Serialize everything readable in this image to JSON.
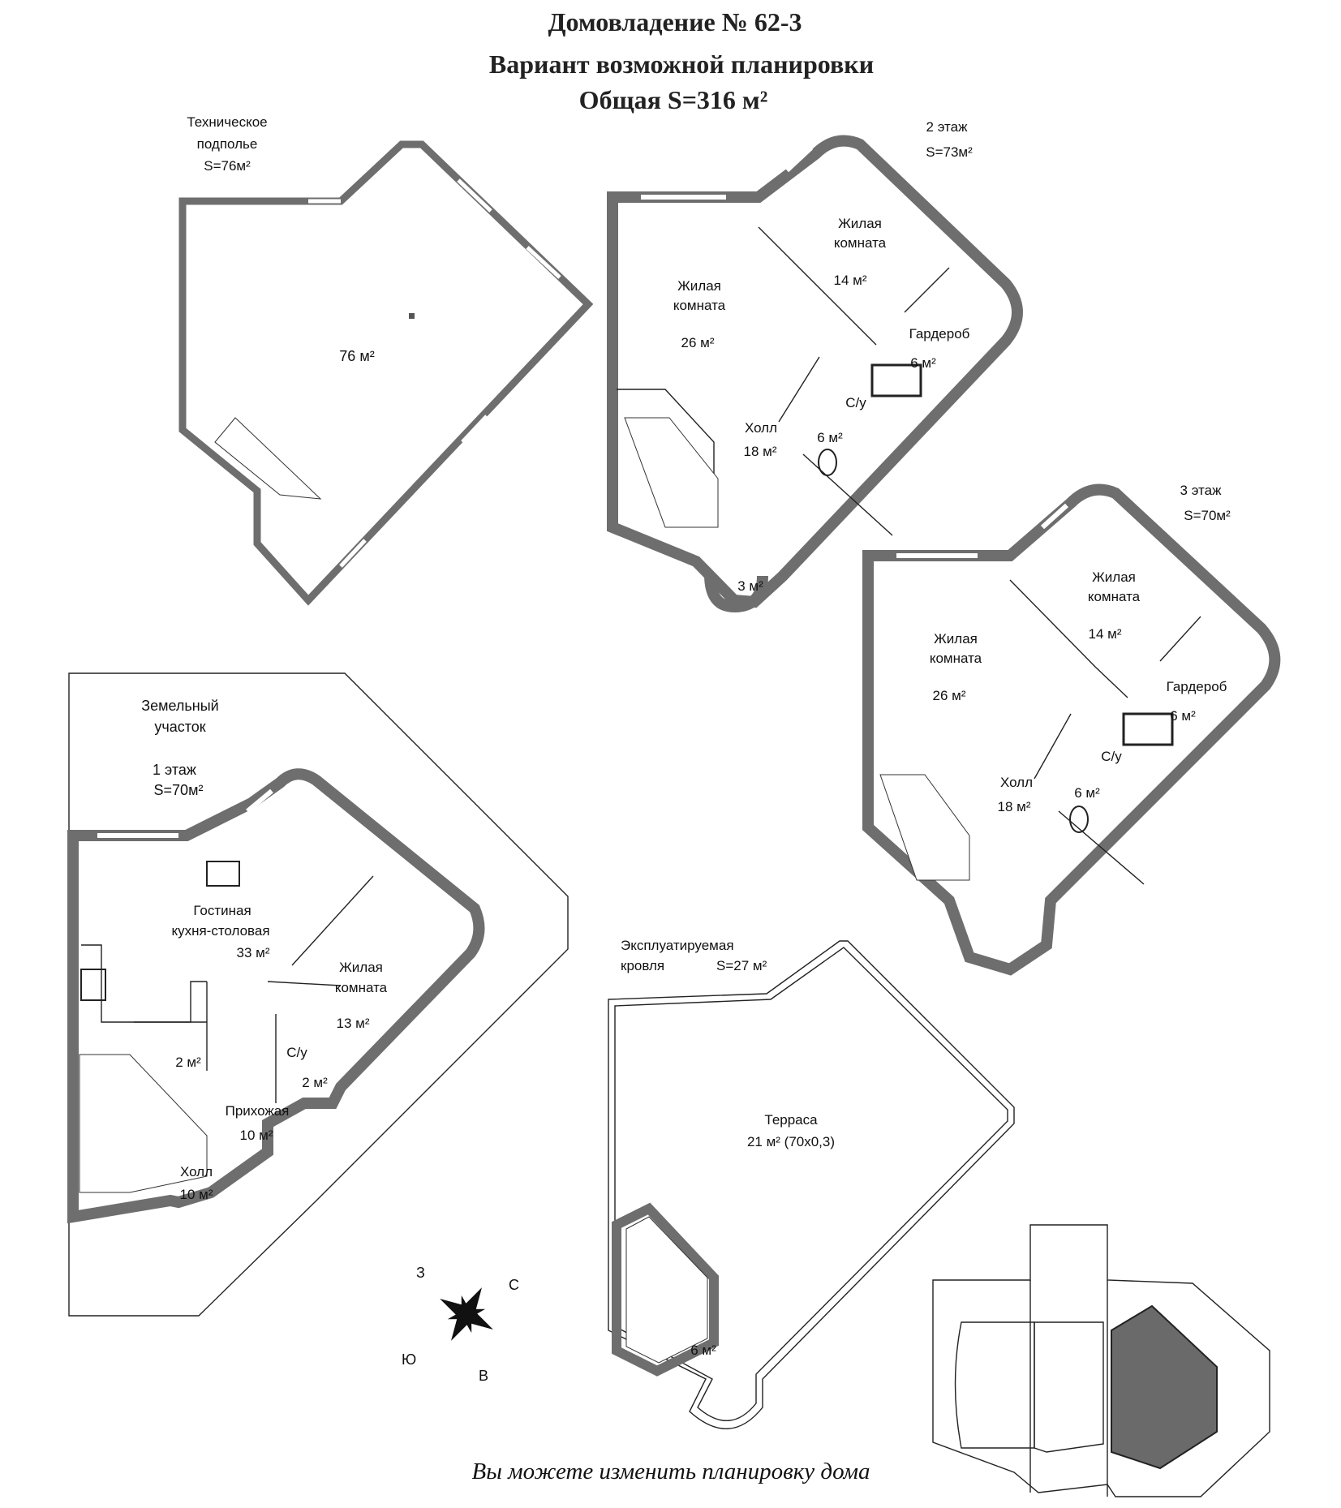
{
  "header": {
    "line1": "Домовладение № 62-3",
    "line2": "Вариант возможной планировки",
    "line3": "Общая S=316 м²"
  },
  "footer": {
    "note": "Вы можете изменить планировку дома"
  },
  "basement": {
    "title1": "Техническое",
    "title2": "подполье",
    "area": "S=76м²",
    "room_area": "76 м²"
  },
  "floor2": {
    "title": "2 этаж",
    "area": "S=73м²",
    "rooms": {
      "living_a_name1": "Жилая",
      "living_a_name2": "комната",
      "living_a_area": "26 м²",
      "living_b_name1": "Жилая",
      "living_b_name2": "комната",
      "living_b_area": "14 м²",
      "wardrobe_name": "Гардероб",
      "wardrobe_area": "6 м²",
      "bath_name": "С/у",
      "bath_area": "6 м²",
      "hall_name": "Холл",
      "hall_area": "18 м²",
      "small_area": "3 м²"
    }
  },
  "floor3": {
    "title": "3 этаж",
    "area": "S=70м²",
    "rooms": {
      "living_a_name1": "Жилая",
      "living_a_name2": "комната",
      "living_a_area": "26 м²",
      "living_b_name1": "Жилая",
      "living_b_name2": "комната",
      "living_b_area": "14 м²",
      "wardrobe_name": "Гардероб",
      "wardrobe_area": "6 м²",
      "bath_name": "С/у",
      "bath_area": "6 м²",
      "hall_name": "Холл",
      "hall_area": "18 м²"
    }
  },
  "floor1": {
    "plot1": "Земельный",
    "plot2": "участок",
    "title": "1 этаж",
    "area": "S=70м²",
    "rooms": {
      "living_kitchen_1": "Гостиная",
      "living_kitchen_2": "кухня-столовая",
      "living_kitchen_area": "33 м²",
      "living_name1": "Жилая",
      "living_name2": "комната",
      "living_area": "13 м²",
      "bath_name": "С/у",
      "bath_area": "2 м²",
      "storage_area": "2 м²",
      "entry_name": "Прихожая",
      "entry_area": "10 м²",
      "hall_name": "Холл",
      "hall_area": "10 м²"
    }
  },
  "roof": {
    "title1": "Эксплуатируемая",
    "title2": "кровля",
    "area": "S=27 м²",
    "terrace_name": "Терраса",
    "terrace_area": "21 м² (70х0,3)",
    "stair_area": "6 м²"
  },
  "compass": {
    "north": "С",
    "east": "В",
    "south": "Ю",
    "west": "З"
  },
  "colors": {
    "wall": "#6e6e6e",
    "line": "#222222",
    "site_fill": "#6a6a6a"
  }
}
